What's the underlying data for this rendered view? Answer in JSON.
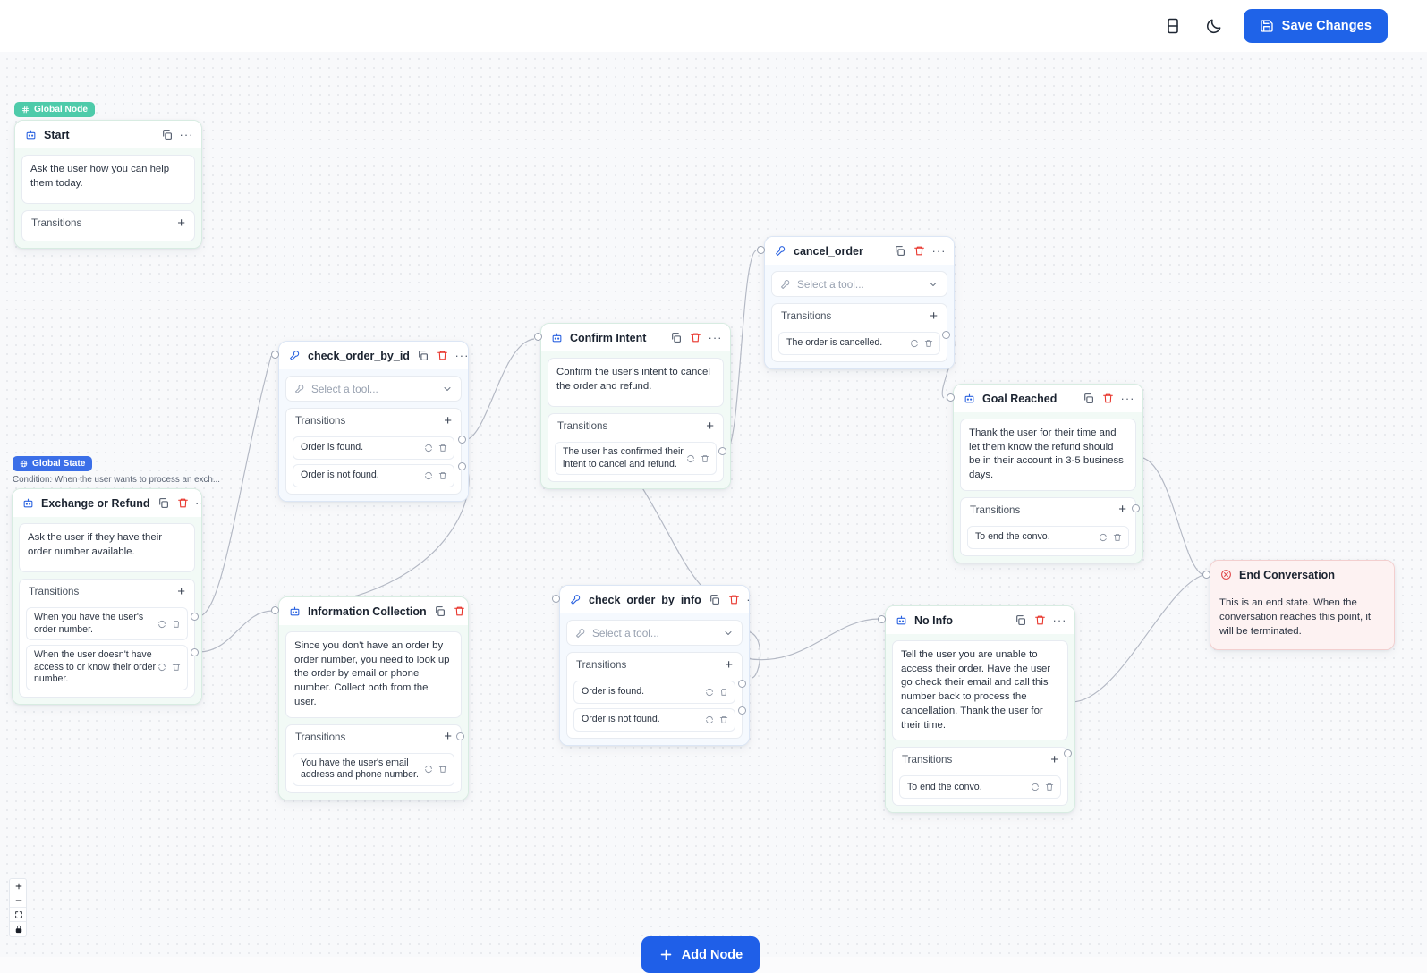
{
  "header": {
    "panel_icon": "panel-layout-icon",
    "theme_icon": "moon-icon",
    "save_label": "Save Changes",
    "save_icon": "save-disk-icon",
    "accent_color": "#1f63e8"
  },
  "canvas": {
    "add_node_label": "Add Node",
    "zoom_in_icon": "plus-icon",
    "zoom_out_icon": "minus-icon",
    "fit_view_icon": "fit-screen-icon",
    "lock_icon": "lock-icon"
  },
  "badges": {
    "global_node": {
      "label": "Global Node",
      "icon": "hash-icon",
      "color": "#4ecbaa"
    },
    "global_state": {
      "label": "Global State",
      "icon": "globe-icon",
      "color": "#3b6fe8"
    },
    "global_state_condition": "Condition: When the user wants to process an exch..."
  },
  "common": {
    "transitions_label": "Transitions",
    "add_transition_icon": "plus-icon",
    "tool_placeholder": "Select a tool...",
    "copy_icon": "copy-icon",
    "delete_icon": "trash-icon",
    "more_icon": "ellipsis-icon",
    "edit_icon": "edit-transition-icon",
    "chevron_icon": "chevron-down-icon"
  },
  "nodes": [
    {
      "id": "start",
      "kind": "agent",
      "title": "Start",
      "icon": "robot-icon",
      "prompt": "Ask the user how you can help them today.",
      "transitions": []
    },
    {
      "id": "exchange-or-refund",
      "kind": "agent",
      "title": "Exchange or Refund",
      "icon": "robot-icon",
      "prompt": "Ask the user if they have their order number available.",
      "transitions": [
        {
          "text": "When you have the user's order number."
        },
        {
          "text": "When the user doesn't have access to or know their order number."
        }
      ]
    },
    {
      "id": "check-order-by-id",
      "kind": "tool",
      "title": "check_order_by_id",
      "icon": "wrench-icon",
      "tool_value": "Select a tool...",
      "transitions": [
        {
          "text": "Order is found."
        },
        {
          "text": "Order is not found."
        }
      ]
    },
    {
      "id": "information-collection",
      "kind": "agent",
      "title": "Information Collection",
      "icon": "robot-icon",
      "prompt": "Since you don't have an order by order number, you need to look up the order by email or phone number. Collect both from the user.",
      "transitions": [
        {
          "text": "You have the user's email address and phone number."
        }
      ]
    },
    {
      "id": "confirm-intent",
      "kind": "agent",
      "title": "Confirm Intent",
      "icon": "robot-icon",
      "prompt": "Confirm the user's intent to cancel the order and refund.",
      "transitions": [
        {
          "text": "The user has confirmed their intent to cancel and refund."
        }
      ]
    },
    {
      "id": "check-order-by-info",
      "kind": "tool",
      "title": "check_order_by_info",
      "icon": "wrench-icon",
      "tool_value": "Select a tool...",
      "transitions": [
        {
          "text": "Order is found."
        },
        {
          "text": "Order is not found."
        }
      ]
    },
    {
      "id": "cancel-order",
      "kind": "tool",
      "title": "cancel_order",
      "icon": "wrench-icon",
      "tool_value": "Select a tool...",
      "transitions": [
        {
          "text": "The order is cancelled."
        }
      ]
    },
    {
      "id": "goal-reached",
      "kind": "agent",
      "title": "Goal Reached",
      "icon": "robot-icon",
      "prompt": "Thank the user for their time and let them know the refund should be in their account in 3-5 business days.",
      "transitions": [
        {
          "text": "To end the convo."
        }
      ]
    },
    {
      "id": "no-info",
      "kind": "agent",
      "title": "No Info",
      "icon": "robot-icon",
      "prompt": "Tell the user you are unable to access their order. Have the user go check their email and call this number back to process the cancellation. Thank the user for their time.",
      "transitions": [
        {
          "text": "To end the convo."
        }
      ]
    },
    {
      "id": "end-conversation",
      "kind": "end",
      "title": "End Conversation",
      "icon": "end-circle-icon",
      "prompt": "This is an end state. When the conversation reaches this point, it will be terminated.",
      "transitions": []
    }
  ]
}
